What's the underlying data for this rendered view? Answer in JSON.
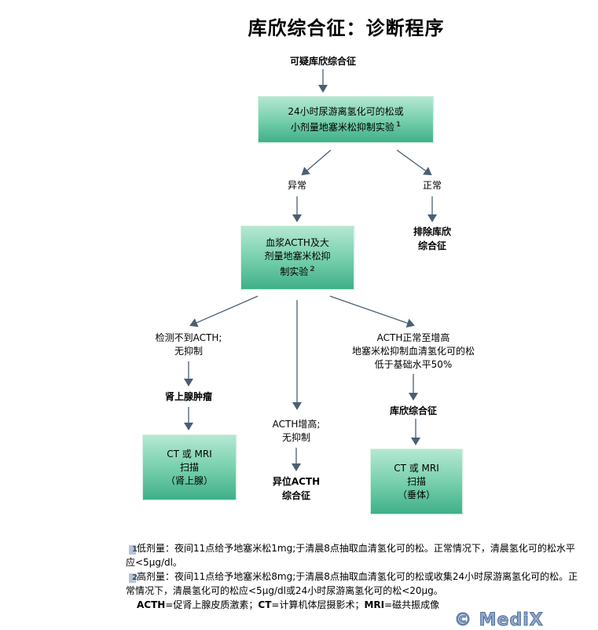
{
  "title": "库欣综合征：诊断程序",
  "nodes": {
    "start": "可疑库欣综合征",
    "test1": {
      "line1": "24小时尿游离氢化可的松或",
      "line2": "小剂量地塞米松抑制实验",
      "note": "1"
    },
    "abnormal": "异常",
    "normal": "正常",
    "exclude": {
      "line1": "排除库欣",
      "line2": "综合征"
    },
    "test2": {
      "line1": "血浆ACTH及大",
      "line2": "剂量地塞米松抑",
      "line3": "制实验",
      "note": "2"
    },
    "branch_left": {
      "line1": "检测不到ACTH;",
      "line2": "无抑制"
    },
    "branch_mid": {
      "line1": "ACTH增高;",
      "line2": "无抑制"
    },
    "branch_right": {
      "line1": "ACTH正常至增高",
      "line2": "地塞米松抑制血清氢化可的松",
      "line3": "低于基础水平50%"
    },
    "adrenal_tumor": "肾上腺肿瘤",
    "ectopic": {
      "line1": "异位ACTH",
      "line2": "综合征"
    },
    "cushing": "库欣综合征",
    "scan_adrenal": {
      "line1": "CT 或  MRI",
      "line2": "扫描",
      "line3": "（肾上腺）"
    },
    "scan_pituitary": {
      "line1": "CT 或  MRI",
      "line2": "扫描",
      "line3": "（垂体）"
    }
  },
  "notes": {
    "n1_num": "1",
    "n1_text": "低剂量：夜间11点给予地塞米松1mg;于清晨8点抽取血清氢化可的松。正常情况下，清晨氢化可的松水平应<5μg/dl。",
    "n2_num": "2",
    "n2_text": "高剂量：夜间11点给予地塞米松8mg;于清晨8点抽取血清氢化可的松或收集24小时尿游离氢化可的松。正常情况下，清晨氢化可的松应<5μg/dl或24小时尿游离氢化可的松<20μg。",
    "abbr1_key": "ACTH",
    "abbr1_val": "=促肾上腺皮质激素；",
    "abbr2_key": "CT",
    "abbr2_val": "=计算机体层摄影术；",
    "abbr3_key": "MRI",
    "abbr3_val": "=磁共振成像"
  },
  "watermark": "© MediX",
  "colors": {
    "arrow": "#4a5f75",
    "box_top": "#b5e8d3",
    "box_bottom": "#3fb088"
  }
}
